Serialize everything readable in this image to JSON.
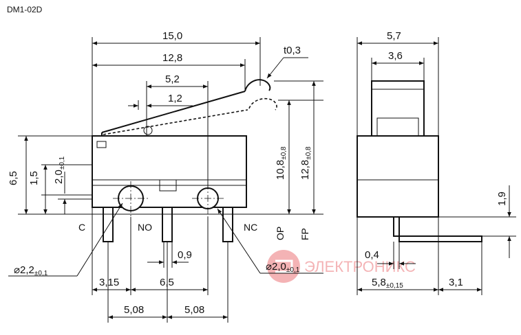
{
  "title": "DM1-02D",
  "watermark": {
    "text": "ЭЛЕКТРОНИКС",
    "brand_color": "#e0282e"
  },
  "front_view": {
    "dim_overall": "15,0",
    "dim_lever_pivot": "12,8",
    "dim_holes": "5,2",
    "dim_lever_offset": "1,2",
    "thickness": "t0,3",
    "dim_height": "6,5",
    "dim_hole_level": "1,5",
    "dim_hole_level_tol": {
      "value": "2,0",
      "tol": "±0,1"
    },
    "dim_op": {
      "value": "10,8",
      "tol": "±0,8"
    },
    "dim_fp": {
      "value": "12,8",
      "tol": "±0,8"
    },
    "label_op": "OP",
    "label_fp": "FP",
    "terminal_c": "C",
    "terminal_no": "NO",
    "terminal_nc": "NC",
    "hole_left": {
      "value": "⌀2,2",
      "tol": "±0,1"
    },
    "hole_right": {
      "value": "⌀2,0",
      "tol": "±0,1"
    },
    "dim_pin_width": "0,9",
    "dim_c_offset": "3,15",
    "dim_hole_pitch": "6,5",
    "dim_pitch_left": "5,08",
    "dim_pitch_right": "5,08"
  },
  "side_view": {
    "dim_width": "5,7",
    "dim_plunger": "3,6",
    "dim_pin_height": "1,9",
    "dim_pin_thickness": "0,4",
    "dim_body": {
      "value": "5,8",
      "tol": "±0,15"
    },
    "dim_pin_length": "3,1"
  }
}
